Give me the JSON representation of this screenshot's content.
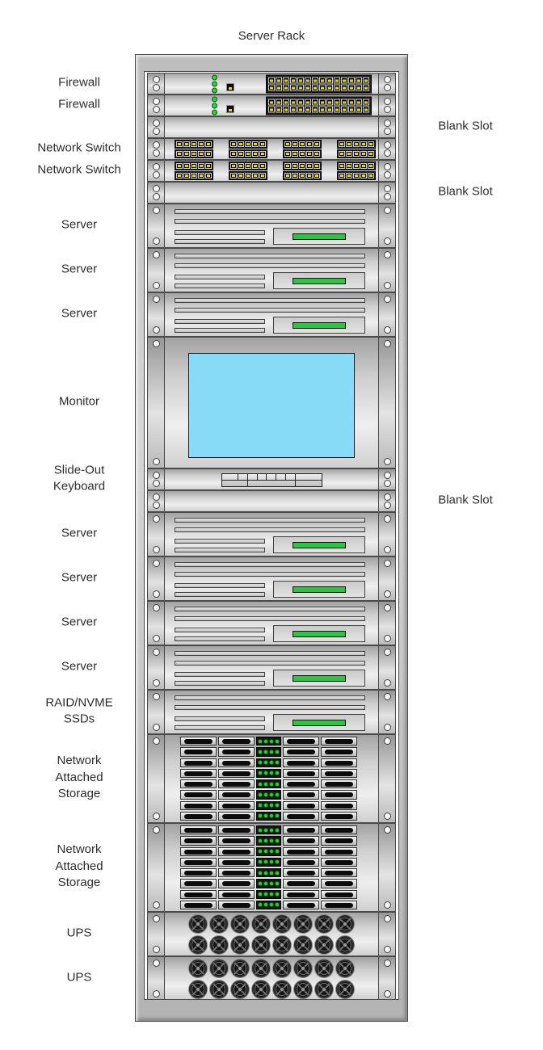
{
  "title": "Server Rack",
  "rack": {
    "units": [
      {
        "type": "firewall",
        "label": "Firewall",
        "side": "left"
      },
      {
        "type": "firewall",
        "label": "Firewall",
        "side": "left"
      },
      {
        "type": "blank",
        "label": "Blank Slot",
        "side": "right"
      },
      {
        "type": "switch",
        "label": "Network Switch",
        "side": "left"
      },
      {
        "type": "switch",
        "label": "Network Switch",
        "side": "left"
      },
      {
        "type": "blank",
        "label": "Blank Slot",
        "side": "right"
      },
      {
        "type": "server",
        "label": "Server",
        "side": "left"
      },
      {
        "type": "server",
        "label": "Server",
        "side": "left"
      },
      {
        "type": "server",
        "label": "Server",
        "side": "left"
      },
      {
        "type": "monitor",
        "label": "Monitor",
        "side": "left"
      },
      {
        "type": "keyboard",
        "label": "Slide-Out\nKeyboard",
        "side": "left"
      },
      {
        "type": "blank",
        "label": "Blank Slot",
        "side": "right"
      },
      {
        "type": "server",
        "label": "Server",
        "side": "left"
      },
      {
        "type": "server",
        "label": "Server",
        "side": "left"
      },
      {
        "type": "server",
        "label": "Server",
        "side": "left"
      },
      {
        "type": "server",
        "label": "Server",
        "side": "left"
      },
      {
        "type": "server",
        "label": "RAID/NVME\nSSDs",
        "side": "left"
      },
      {
        "type": "nas",
        "label": "Network\nAttached\nStorage",
        "side": "left"
      },
      {
        "type": "nas",
        "label": "Network\nAttached\nStorage",
        "side": "left"
      },
      {
        "type": "ups",
        "label": "UPS",
        "side": "left"
      },
      {
        "type": "ups",
        "label": "UPS",
        "side": "left"
      }
    ],
    "details": {
      "firewall": {
        "status_leds": 3,
        "console_ports": 1,
        "port_rows": 2,
        "port_columns": 14
      },
      "network_switch": {
        "port_groups": 4,
        "rows_per_group": 2,
        "ports_per_row": 5
      },
      "server": {
        "drive_slots": 4,
        "status_bars": 1
      },
      "nas": {
        "drive_rows": 8,
        "bays_per_row": 4,
        "leds_per_row": 4
      },
      "ups": {
        "fan_rows": 2,
        "fans_per_row": 8
      }
    },
    "colors": {
      "led_green": "#2bd136",
      "status_bar_green": "#2bc542",
      "screen_blue": "#87dbf7",
      "port_yellow": "#edd906"
    }
  }
}
